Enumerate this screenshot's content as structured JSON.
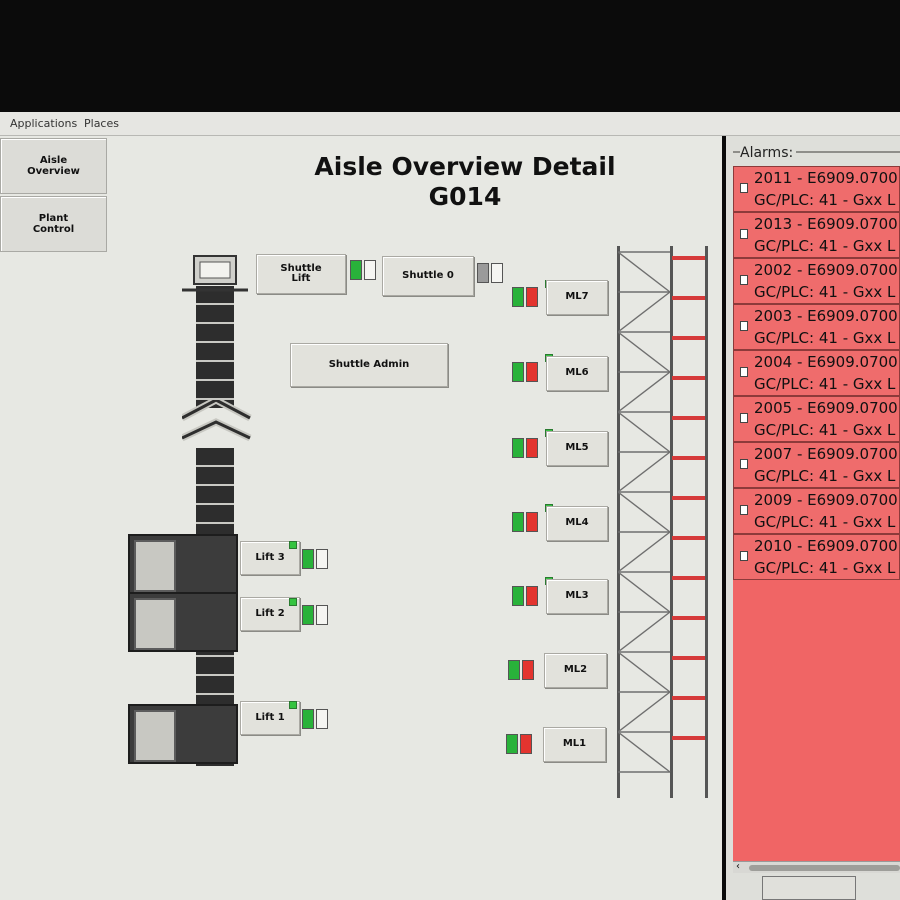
{
  "topbar": {
    "applications": "Applications",
    "places": "Places"
  },
  "nav": {
    "aisle_overview": "Aisle\nOverview",
    "plant_control": "Plant\nControl"
  },
  "title": {
    "line1": "Aisle Overview Detail",
    "line2": "G014"
  },
  "buttons": {
    "shuttle_lift": "Shuttle\nLift",
    "shuttle_0": "Shuttle 0",
    "shuttle_admin": "Shuttle Admin",
    "ml": [
      "ML7",
      "ML6",
      "ML5",
      "ML4",
      "ML3",
      "ML2",
      "ML1"
    ],
    "lifts": [
      "Lift 3",
      "Lift 2",
      "Lift 1"
    ]
  },
  "alarms": {
    "label": "Alarms:",
    "items": [
      {
        "line1": "2011 - E6909.0700",
        "line2": "GC/PLC: 41 - Gxx L"
      },
      {
        "line1": "2013 - E6909.0700",
        "line2": "GC/PLC: 41 - Gxx L"
      },
      {
        "line1": "2002 - E6909.0700",
        "line2": "GC/PLC: 41 - Gxx L"
      },
      {
        "line1": "2003 - E6909.0700",
        "line2": "GC/PLC: 41 - Gxx L"
      },
      {
        "line1": "2004 - E6909.0700",
        "line2": "GC/PLC: 41 - Gxx L"
      },
      {
        "line1": "2005 - E6909.0700",
        "line2": "GC/PLC: 41 - Gxx L"
      },
      {
        "line1": "2007 - E6909.0700",
        "line2": "GC/PLC: 41 - Gxx L"
      },
      {
        "line1": "2009 - E6909.0700",
        "line2": "GC/PLC: 41 - Gxx L"
      },
      {
        "line1": "2010 - E6909.0700",
        "line2": "GC/PLC: 41 - Gxx L"
      }
    ]
  },
  "colors": {
    "alarm_red": "#ef6c6c",
    "status_green": "#29b23a",
    "status_red": "#e3342f"
  }
}
